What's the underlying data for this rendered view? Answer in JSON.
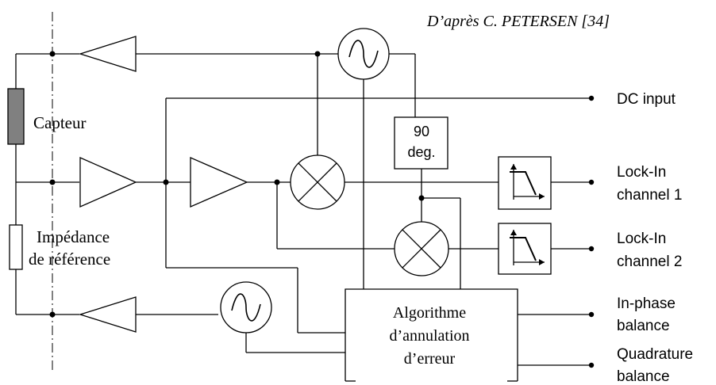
{
  "credit": "D’après C. PETERSEN [34]",
  "labels": {
    "sensor": "Capteur",
    "reference_line1": "Impédance",
    "reference_line2": "de référence"
  },
  "phase_shifter": {
    "line1": "90",
    "line2": "deg."
  },
  "algorithm": {
    "line1": "Algorithme",
    "line2": "d’annulation",
    "line3": "d’erreur"
  },
  "outputs": {
    "dc_input": "DC input",
    "lockin1_line1": "Lock-In",
    "lockin1_line2": "channel 1",
    "lockin2_line1": "Lock-In",
    "lockin2_line2": "channel 2",
    "inphase_line1": "In-phase",
    "inphase_line2": "balance",
    "quadrature_line1": "Quadrature",
    "quadrature_line2": "balance"
  },
  "colors": {
    "line": "#000000",
    "sensor_fill": "#808080"
  }
}
